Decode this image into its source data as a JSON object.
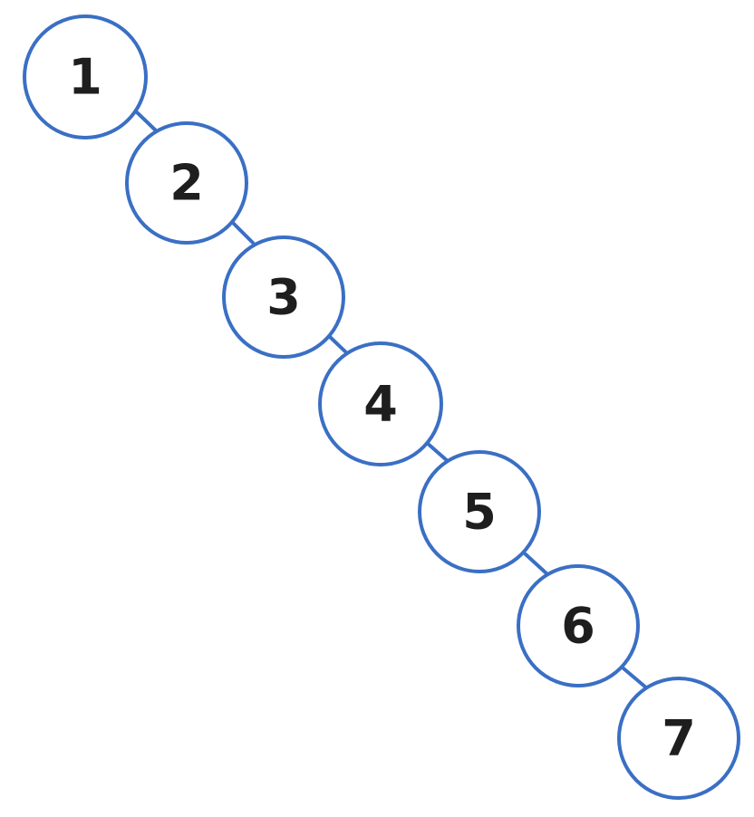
{
  "diagram": {
    "type": "tree",
    "stroke_color": "#3a6fc4",
    "text_color": "#1e1e1e",
    "nodes": [
      {
        "id": "n1",
        "label": "1"
      },
      {
        "id": "n2",
        "label": "2"
      },
      {
        "id": "n3",
        "label": "3"
      },
      {
        "id": "n4",
        "label": "4"
      },
      {
        "id": "n5",
        "label": "5"
      },
      {
        "id": "n6",
        "label": "6"
      },
      {
        "id": "n7",
        "label": "7"
      }
    ],
    "edges": [
      {
        "from": "n1",
        "to": "n2"
      },
      {
        "from": "n2",
        "to": "n3"
      },
      {
        "from": "n3",
        "to": "n4"
      },
      {
        "from": "n4",
        "to": "n5"
      },
      {
        "from": "n5",
        "to": "n6"
      },
      {
        "from": "n6",
        "to": "n7"
      }
    ]
  }
}
